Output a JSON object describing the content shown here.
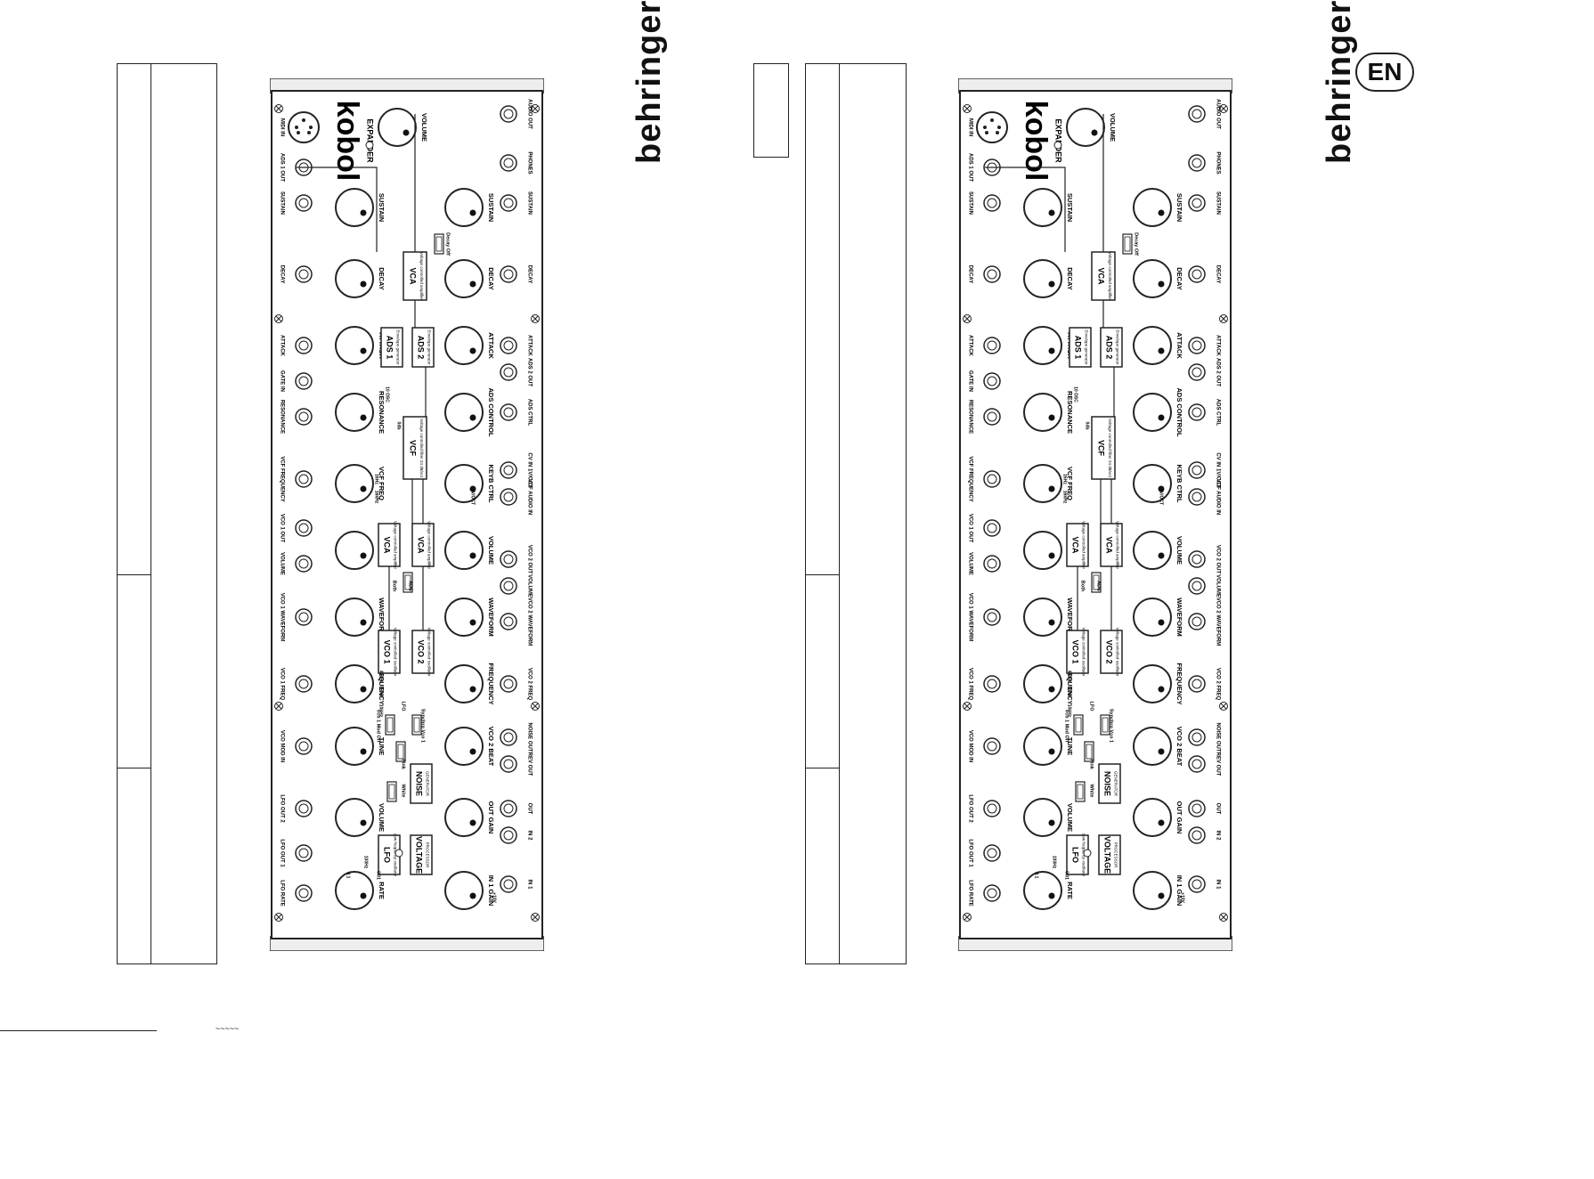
{
  "page": {
    "language_badge": "EN",
    "brand": "behringer",
    "footer_mark": "~~~~~"
  },
  "panel": {
    "product": "kobol",
    "subtitle": "EXPANDER",
    "top_jacks": [
      "MIDI IN",
      "ADS 1 OUT",
      "SUSTAIN",
      "DECAY",
      "ATTACK",
      "GATE IN",
      "RESONANCE",
      "VCF FREQUENCY",
      "VCO 1 OUT",
      "VOLUME",
      "VCO 1 WAVEFORM",
      "VCO 1 FREQ",
      "VCO MOD IN",
      "LFO OUT 2",
      "LFO OUT 1",
      "LFO RATE"
    ],
    "bottom_jacks": [
      "AUDIO OUT",
      "PHONES",
      "SUSTAIN",
      "DECAY",
      "ATTACK",
      "ADS 2 OUT",
      "ADS CTRL",
      "CV IN 1V/OCT",
      "VCF AUDIO IN",
      "VCO 2 OUT",
      "VOLUME",
      "VCO 2 WAVEFORM",
      "VCO 2 FREQ",
      "NOISE OUT",
      "REV OUT",
      "OUT",
      "IN 2",
      "IN 1"
    ],
    "top_knobs": [
      "VOLUME",
      "SUSTAIN",
      "DECAY",
      "ATTACK",
      "RESONANCE",
      "VCF FREQ",
      "VOLUME",
      "WAVEFORM",
      "FREQUENCY",
      "TUNE",
      "VOLUME",
      "RATE"
    ],
    "bottom_knobs": [
      "SUSTAIN",
      "DECAY",
      "ATTACK",
      "ADS CONTROL",
      "KEYB CTRL",
      "VOLUME",
      "WAVEFORM",
      "FREQUENCY",
      "VCO 2 BEAT",
      "OUT GAIN",
      "IN 1 GAIN"
    ],
    "modules": [
      {
        "name": "VCA",
        "desc": "Voltage controlled amplifier"
      },
      {
        "name": "ADS 1",
        "desc": "Envelope generator"
      },
      {
        "name": "ADS 2",
        "desc": "Envelope generator"
      },
      {
        "name": "VCF",
        "desc": "Voltage controlled filter 24 dB/oct"
      },
      {
        "name": "VCA",
        "desc": "Voltage controlled amplifier"
      },
      {
        "name": "VCA",
        "desc": "Voltage controlled amplifier"
      },
      {
        "name": "VCO 1",
        "desc": "Voltage controlled oscillator"
      },
      {
        "name": "VCO 2",
        "desc": "Voltage controlled oscillator"
      },
      {
        "name": "NOISE",
        "desc": "GENERATOR"
      },
      {
        "name": "LFO",
        "desc": "Low frequency oscillator"
      },
      {
        "name": "VOLTAGE",
        "desc": "PROCESSOR"
      }
    ],
    "switch_labels": [
      "Decay Off",
      "Both",
      "ADS",
      "LFO",
      "Vco 1 Mod Off",
      "Synchro Vco 1",
      "White",
      "Pink"
    ],
    "scale_labels": [
      "10 OSC",
      "0db",
      "16Hz",
      "16kHz",
      "1V/OCT",
      "440Hz",
      "10Hz",
      "10kHz",
      "100Hz",
      "0.01",
      "0.1",
      "+10V"
    ]
  }
}
